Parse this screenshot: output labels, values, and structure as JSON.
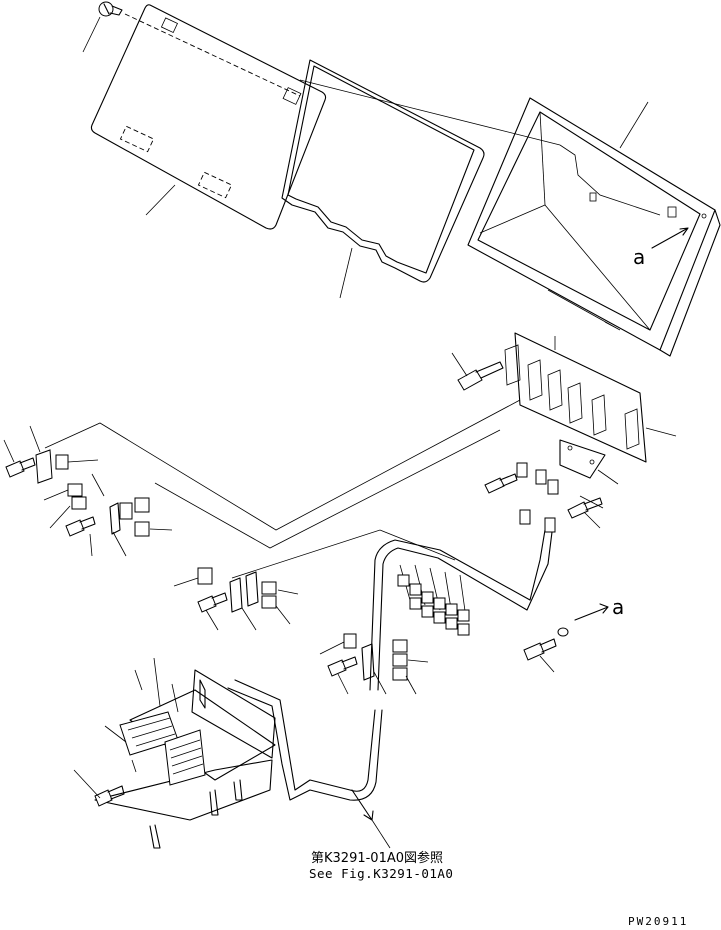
{
  "diagram": {
    "reference_marks": [
      "a",
      "a"
    ],
    "reference_note_jp": "第K3291-01A0図参照",
    "reference_note_en": "See Fig.K3291-01A0",
    "drawing_code": "PW20911"
  }
}
